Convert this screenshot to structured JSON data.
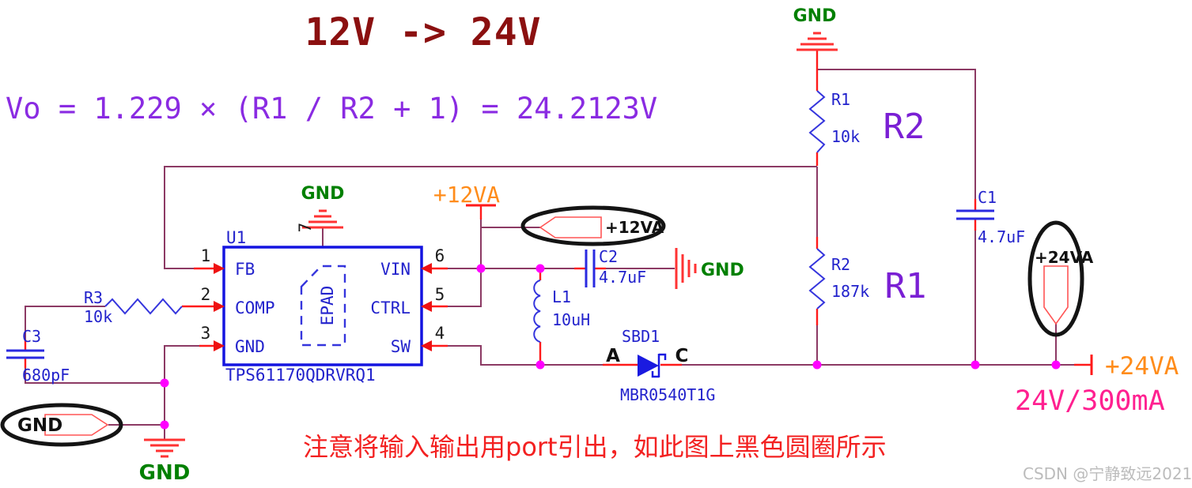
{
  "title": "12V -> 24V",
  "formula": "Vo = 1.229 × (R1 / R2  +  1) = 24.2123V",
  "note": "注意将输入输出用port引出，如此图上黑色圆圈所示",
  "watermark": "CSDN @宁静致远2021",
  "colors": {
    "wire": "#8c3a64",
    "pin_stub": "#ff1a1a",
    "component_blue": "#3535dd",
    "chip_outline": "#1414e0",
    "junction_dot": "#ff00ff",
    "ground_symbol": "#ff3333",
    "ground_label_green": "#008000",
    "power_label_orange": "#ff8c1a",
    "output_rating_magenta": "#ff2090",
    "big_label_purple": "#7a1fd4",
    "title_dark_red": "#8b1010",
    "formula_purple": "#8a2be2",
    "note_red": "#f32121",
    "port_outline_red": "#ff5555",
    "highlight_circle_black": "#141414",
    "watermark_gray": "#bcbcbc"
  },
  "chip": {
    "ref": "U1",
    "part": "TPS61170QDRVRQ1",
    "epad": "EPAD",
    "pins": [
      {
        "num": "1",
        "name": "FB"
      },
      {
        "num": "2",
        "name": "COMP"
      },
      {
        "num": "3",
        "name": "GND"
      },
      {
        "num": "4",
        "name": "SW"
      },
      {
        "num": "5",
        "name": "CTRL"
      },
      {
        "num": "6",
        "name": "VIN"
      },
      {
        "num": "7"
      }
    ]
  },
  "components": {
    "r3": {
      "ref": "R3",
      "value": "10k"
    },
    "c3": {
      "ref": "C3",
      "value": "680pF"
    },
    "c2": {
      "ref": "C2",
      "value": "4.7uF"
    },
    "c1": {
      "ref": "C1",
      "value": "4.7uF"
    },
    "l1": {
      "ref": "L1",
      "value": "10uH"
    },
    "d1": {
      "ref": "SBD1",
      "part": "MBR0540T1G",
      "anode": "A",
      "cathode": "C"
    },
    "r_top": {
      "ref": "R1",
      "value": "10k"
    },
    "r_bottom": {
      "ref": "R2",
      "value": "187k"
    }
  },
  "big_labels": {
    "top": "R2",
    "bottom": "R1"
  },
  "power": {
    "input": "+12VA",
    "output": "+24VA",
    "rating": "24V/300mA"
  },
  "ports": {
    "gnd": "GND",
    "vin": "+12VA",
    "vout": "+24VA"
  },
  "ground_label": "GND"
}
